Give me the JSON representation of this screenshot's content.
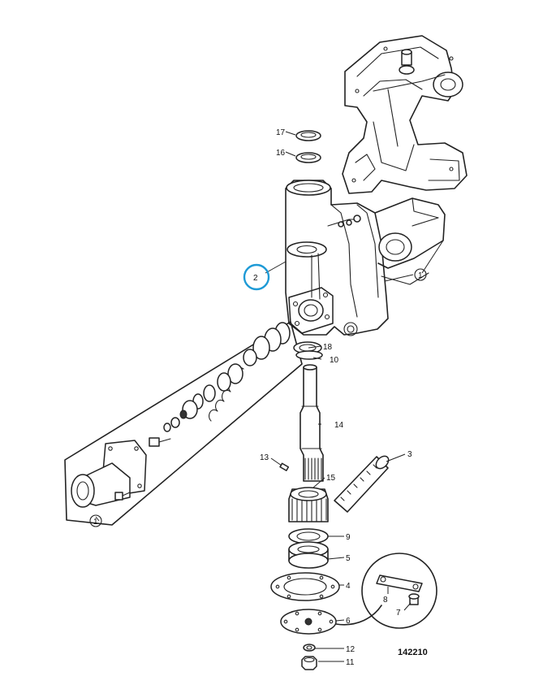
{
  "diagram": {
    "drawing_number": "142210",
    "part_labels": {
      "p17": "17",
      "p16": "16",
      "p2": "2",
      "p18": "18",
      "p10": "10",
      "p14": "14",
      "p13": "13",
      "p15": "15",
      "p3": "3",
      "p9": "9",
      "p5": "5",
      "p4": "4",
      "p8": "8",
      "p7": "7",
      "p6": "6",
      "p12": "12",
      "p11": "11",
      "ref1_a": "1",
      "ref1_b": "1"
    },
    "highlight_color": "#1e9ad6"
  }
}
